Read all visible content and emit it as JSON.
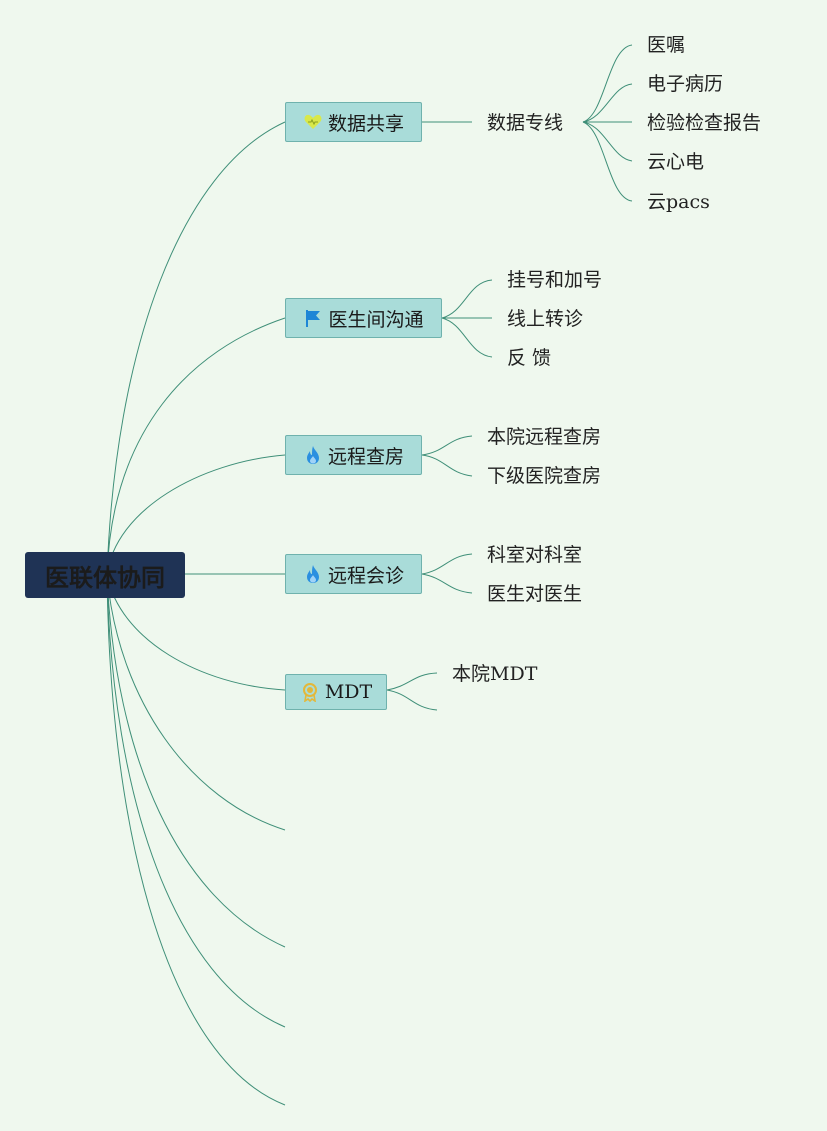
{
  "root": {
    "label": "医联体协同"
  },
  "branches": {
    "data_sharing": {
      "label": "数据共享",
      "icon": "heart-icon",
      "sub": {
        "label": "数据专线",
        "items": [
          "医嘱",
          "电子病历",
          "检验检查报告",
          "云心电",
          "云pacs"
        ]
      }
    },
    "doctor_comm": {
      "label": "医生间沟通",
      "icon": "flag-icon",
      "items": [
        "挂号和加号",
        "线上转诊",
        "反 馈"
      ]
    },
    "remote_rounds": {
      "label": "远程查房",
      "icon": "flame-icon",
      "items": [
        "本院远程查房",
        "下级医院查房"
      ]
    },
    "remote_consult": {
      "label": "远程会诊",
      "icon": "flame-icon",
      "items": [
        "科室对科室",
        "医生对医生"
      ]
    },
    "mdt": {
      "label": "MDT",
      "icon": "award-icon",
      "items": [
        "本院MDT",
        ""
      ]
    }
  },
  "colors": {
    "background": "#eff8ee",
    "connector": "#3f8f78",
    "node_fill": "#a9dcd9",
    "node_border": "#6fb2ad",
    "root_fill": "#1f3355",
    "heart": "#d9e84a",
    "flag": "#1e86d6",
    "flame": "#2a8fe0",
    "award": "#e3b83a"
  }
}
